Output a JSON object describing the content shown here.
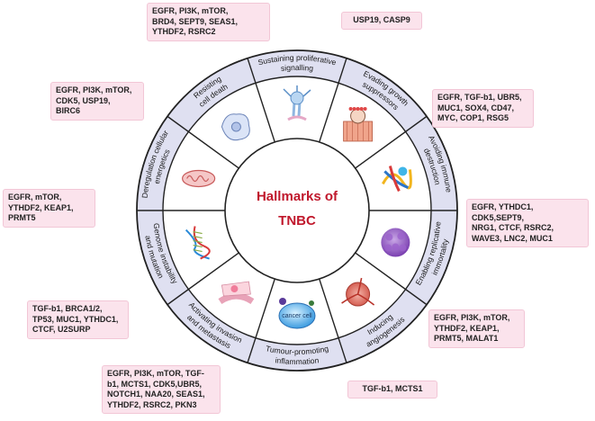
{
  "center": {
    "line1": "Hallmarks of",
    "line2": "TNBC"
  },
  "colors": {
    "ring": "#dfe0f1",
    "outline": "#222222",
    "title": "#c0182c",
    "box": "#fbe3ec"
  },
  "sectors": [
    {
      "name": "sector-sustaining-proliferative-signalling",
      "lines": [
        "Sustaining proliferative",
        "signalling"
      ],
      "icon": "neuron-icon",
      "genes": "EGFR, PI3K, mTOR,\nBRD4, SEPT9, SEAS1,\nYTHDF2, RSRC2"
    },
    {
      "name": "sector-evading-growth-suppressors",
      "lines": [
        "Evading growth",
        "suppressors"
      ],
      "icon": "tissue-cells-icon",
      "genes": "USP19, CASP9"
    },
    {
      "name": "sector-avoiding-immune-destruction",
      "lines": [
        "Avoiding immune",
        "destruction"
      ],
      "icon": "immune-network-icon",
      "genes": "EGFR, TGF-b1, UBR5,\nMUC1, SOX4, CD47,\nMYC, COP1, RSG5"
    },
    {
      "name": "sector-enabling-replicative-immortality",
      "lines": [
        "Enabling replicative",
        "immortality"
      ],
      "icon": "cell-cluster-icon",
      "genes": "EGFR, YTHDC1, CDK5,SEPT9,\nNRG1, CTCF, RSRC2,\nWAVE3, LNC2, MUC1"
    },
    {
      "name": "sector-inducing-angiogenesis",
      "lines": [
        "Inducing",
        "angiogenesis"
      ],
      "icon": "tumour-vessel-icon",
      "genes": "EGFR, PI3K, mTOR,\nYTHDF2, KEAP1,\nPRMT5, MALAT1"
    },
    {
      "name": "sector-tumour-promoting-inflammation",
      "lines": [
        "Tumour-promoting",
        "inflammation"
      ],
      "icon": "cancer-cell-icon",
      "cell_label": "cancer cell",
      "genes": "TGF-b1, MCTS1"
    },
    {
      "name": "sector-activating-invasion-metastasis",
      "lines": [
        "Activating invasion",
        "and metastasis"
      ],
      "icon": "blood-vessel-icon",
      "genes": "EGFR, PI3K, mTOR, TGF-\nb1, MCTS1, CDK5,UBR5,\nNOTCH1, NAA20, SEAS1,\nYTHDF2, RSRC2, PKN3"
    },
    {
      "name": "sector-genome-instability-mutation",
      "lines": [
        "Genome instability",
        "and mutation"
      ],
      "icon": "dna-icon",
      "genes": "TGF-b1, BRCA1/2,\nTP53, MUC1, YTHDC1,\nCTCF, U2SURP"
    },
    {
      "name": "sector-deregulating-cellular-energetics",
      "lines": [
        "Deregulation cellular",
        "energetics"
      ],
      "icon": "mitochondrion-icon",
      "genes": "EGFR, mTOR,\nYTHDF2, KEAP1,\nPRMT5"
    },
    {
      "name": "sector-resisting-cell-death",
      "lines": [
        "Resisting",
        "cell death"
      ],
      "icon": "cell-icon",
      "genes": "EGFR, PI3K, mTOR,\nCDK5, USP19,\nBIRC6"
    }
  ]
}
